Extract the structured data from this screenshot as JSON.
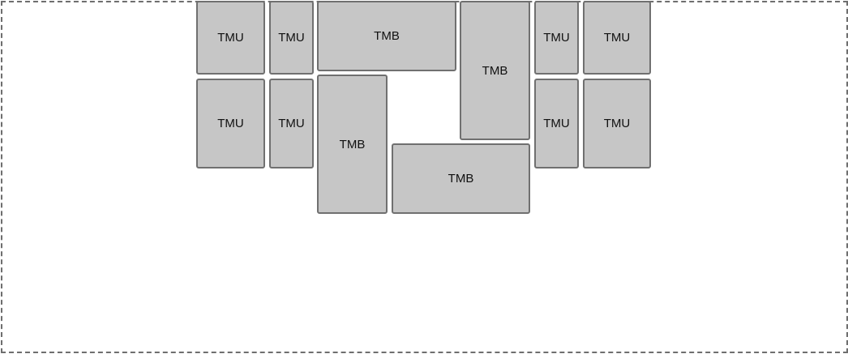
{
  "blocks": [
    {
      "label": "TMU"
    },
    {
      "label": "TMU"
    },
    {
      "label": "TMB"
    },
    {
      "label": "TMB"
    },
    {
      "label": "TMU"
    },
    {
      "label": "TMU"
    },
    {
      "label": "TMU"
    },
    {
      "label": "TMU"
    },
    {
      "label": "TMB"
    },
    {
      "label": "TMB"
    },
    {
      "label": "TMU"
    },
    {
      "label": "TMU"
    }
  ],
  "colors": {
    "fill": "#c6c6c6",
    "stroke": "#707070",
    "frame": "#6e6e6e"
  }
}
